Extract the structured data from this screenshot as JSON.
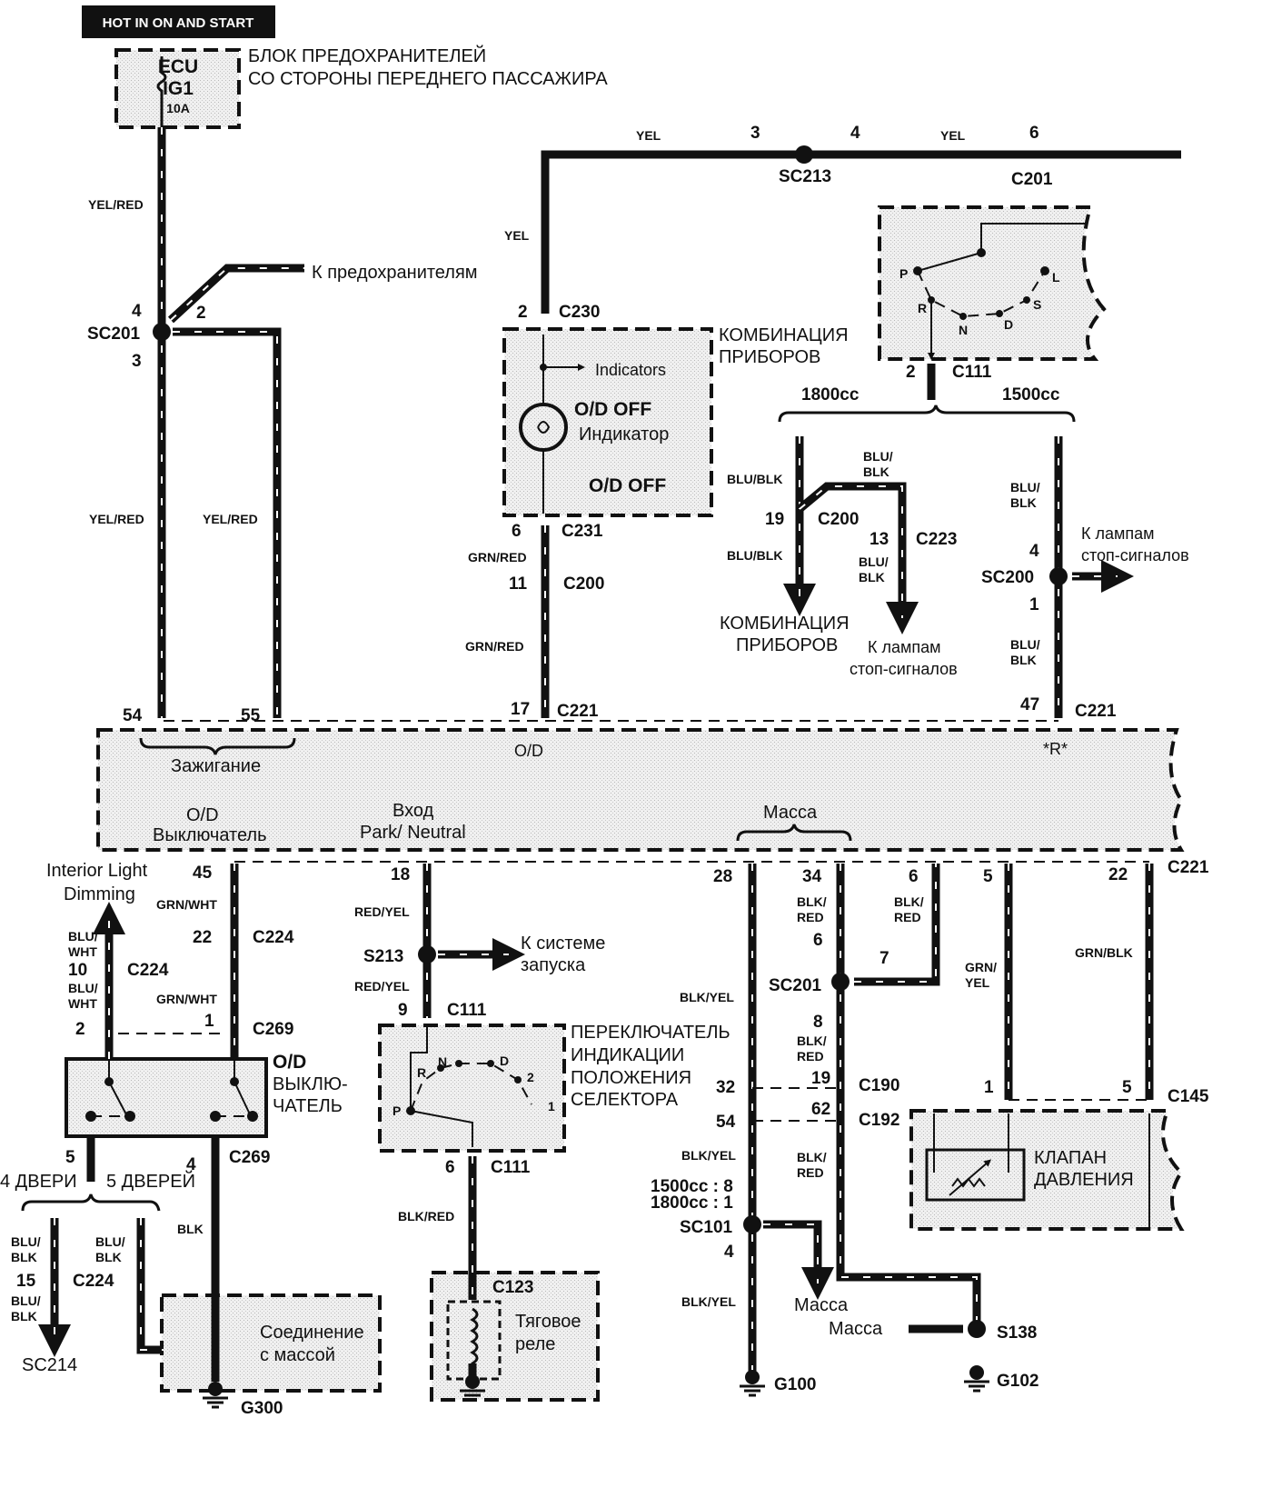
{
  "header": {
    "badge": "HOT IN ON AND START"
  },
  "fuse_block": {
    "name": "ECU",
    "circuit": "IG1",
    "rating": "10A",
    "title_line1": "БЛОК ПРЕДОХРАНИТЕЛЕЙ",
    "title_line2": "СО СТОРОНЫ ПЕРЕДНЕГО ПАССАЖИРА"
  },
  "left_upper": {
    "wire1": "YEL/RED",
    "pin4": "4",
    "pin2": "2",
    "pin3": "3",
    "splice": "SC201",
    "to_fuses": "К предохранителям",
    "wire2": "YEL/RED",
    "wire3": "YEL/RED",
    "pin54": "54",
    "pin55": "55"
  },
  "top_bus": {
    "yel1": "YEL",
    "pin3": "3",
    "pin4": "4",
    "yel2": "YEL",
    "pin6": "6",
    "splice": "SC213",
    "conn": "C201",
    "yel3": "YEL"
  },
  "cluster": {
    "pin2": "2",
    "conn_c230": "C230",
    "title1": "КОМБИНАЦИЯ",
    "title2": "ПРИБОРОВ",
    "indicators": "Indicators",
    "od_off": "O/D OFF",
    "indicator": "Индикатор",
    "od_off2": "O/D OFF",
    "pin6": "6",
    "conn_c231": "C231",
    "wire1": "GRN/RED",
    "pin11": "11",
    "conn_c200": "C200",
    "wire2": "GRN/RED",
    "pin17": "17",
    "conn_c221": "C221"
  },
  "selector_top": {
    "p": "P",
    "r": "R",
    "n": "N",
    "d": "D",
    "s": "S",
    "l": "L",
    "pin2": "2",
    "conn": "C111",
    "cc1800": "1800cc",
    "cc1500": "1500cc",
    "w1": "BLU/BLK",
    "w2a": "BLU/",
    "w2b": "BLK",
    "pin19": "19",
    "conn_c200": "C200",
    "pin13": "13",
    "conn_c223": "C223",
    "w3": "BLU/BLK",
    "w4a": "BLU/",
    "w4b": "BLK",
    "to_cluster1": "КОМБИНАЦИЯ",
    "to_cluster2": "ПРИБОРОВ",
    "to_stop1": "К лампам",
    "to_stop2": "стоп-сигналов",
    "w5a": "BLU/",
    "w5b": "BLK",
    "pin4": "4",
    "splice": "SC200",
    "pin1": "1",
    "stop_right1": "К лампам",
    "stop_right2": "стоп-сигналов",
    "w6a": "BLU/",
    "w6b": "BLK",
    "pin47": "47",
    "conn_c221": "C221"
  },
  "ecu": {
    "ignition": "Зажигание",
    "od": "O/D",
    "r": "*R*",
    "od_switch1": "O/D",
    "od_switch2": "Выключатель",
    "pn1": "Вход",
    "pn2": "Park/ Neutral",
    "ground": "Масса"
  },
  "bottom_left": {
    "interior1": "Interior Light",
    "interior2": "Dimming",
    "pin45": "45",
    "w1": "GRN/WHT",
    "pin22": "22",
    "conn_c224a": "C224",
    "w2a": "BLU/",
    "w2b": "WHT",
    "pin10": "10",
    "conn_c224b": "C224",
    "w3a": "BLU/",
    "w3b": "WHT",
    "w4": "GRN/WHT",
    "pin2": "2",
    "pin1": "1",
    "conn_c269a": "C269",
    "sw1": "O/D",
    "sw2": "ВЫКЛЮ-",
    "sw3": "ЧАТЕЛЬ",
    "pin5": "5",
    "pin4": "4",
    "conn_c269b": "C269",
    "doors4": "4 ДВЕРИ",
    "doors5": "5 ДВЕРЕЙ",
    "w5a": "BLU/",
    "w5b": "BLK",
    "w6a": "BLU/",
    "w6b": "BLK",
    "w7": "BLK",
    "pin15": "15",
    "conn_c224c": "C224",
    "w8a": "BLU/",
    "w8b": "BLK",
    "sc214": "SC214",
    "gnd1": "Соединение",
    "gnd2": "с массой",
    "g300": "G300"
  },
  "bottom_mid": {
    "pin18": "18",
    "w1": "RED/YEL",
    "splice": "S213",
    "to_start1": "К системе",
    "to_start2": "запуска",
    "w2": "RED/YEL",
    "pin9": "9",
    "conn_c111a": "C111",
    "t1": "ПЕРЕКЛЮЧАТЕЛЬ",
    "t2": "ИНДИКАЦИИ",
    "t3": "ПОЛОЖЕНИЯ",
    "t4": "СЕЛЕКТОРА",
    "p": "P",
    "r": "R",
    "n": "N",
    "d": "D",
    "two": "2",
    "one": "1",
    "pin6": "6",
    "conn_c111b": "C111",
    "w3": "BLK/RED",
    "conn_c123": "C123",
    "relay1": "Тяговое",
    "relay2": "реле"
  },
  "bottom_right": {
    "pin28": "28",
    "pin34": "34",
    "pin6a": "6",
    "pin5": "5",
    "pin22": "22",
    "conn_c221": "C221",
    "w1a": "BLK/",
    "w1b": "RED",
    "w2a": "BLK/",
    "w2b": "RED",
    "pin6b": "6",
    "pin7": "7",
    "splice": "SC201",
    "w3a": "GRN/",
    "w3b": "YEL",
    "w4": "GRN/BLK",
    "w5": "BLK/YEL",
    "pin8": "8",
    "w6a": "BLK/",
    "w6b": "RED",
    "pin32": "32",
    "pin19": "19",
    "conn_c190": "C190",
    "pin1": "1",
    "pin5b": "5",
    "conn_c145": "C145",
    "pin54": "54",
    "pin62": "62",
    "conn_c192": "C192",
    "w7": "BLK/YEL",
    "w8a": "BLK/",
    "w8b": "RED",
    "valve1": "КЛАПАН",
    "valve2": "ДАВЛЕНИЯ",
    "cc1500": "1500cc : 8",
    "cc1800": "1800cc : 1",
    "sc101": "SC101",
    "pin4": "4",
    "w9": "BLK/YEL",
    "gnd1": "Масса",
    "gnd2": "Масса",
    "s138": "S138",
    "g100": "G100",
    "g102": "G102"
  }
}
